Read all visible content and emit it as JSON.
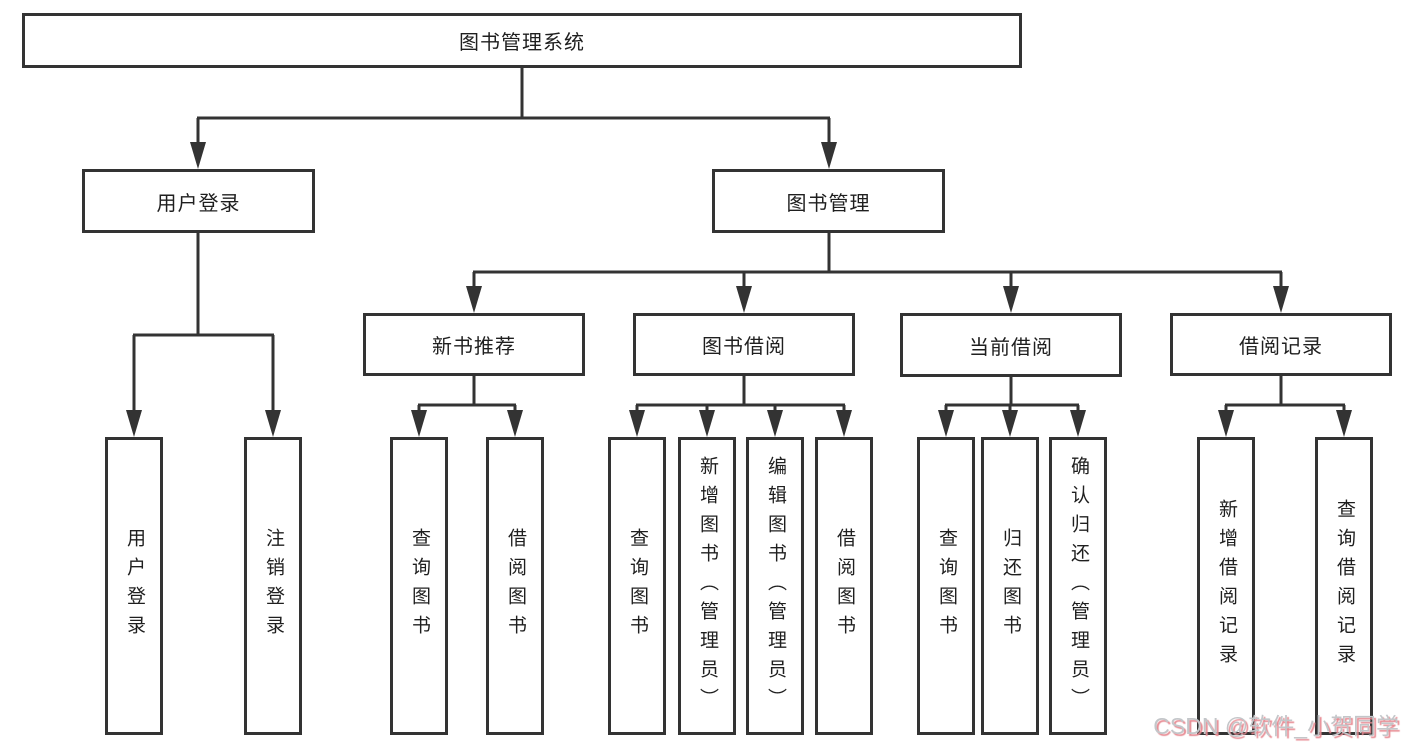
{
  "nodes": {
    "root": {
      "label": "图书管理系统"
    },
    "user_login": {
      "label": "用户登录"
    },
    "book_mgmt": {
      "label": "图书管理"
    },
    "new_book_rec": {
      "label": "新书推荐"
    },
    "book_borrow": {
      "label": "图书借阅"
    },
    "current_borrow": {
      "label": "当前借阅"
    },
    "borrow_record": {
      "label": "借阅记录"
    },
    "leaf_user_login": {
      "label": "用户登录"
    },
    "leaf_logout": {
      "label": "注销登录"
    },
    "leaf_nb_query": {
      "label": "查询图书"
    },
    "leaf_nb_borrow": {
      "label": "借阅图书"
    },
    "leaf_bb_query": {
      "label": "查询图书"
    },
    "leaf_bb_add": {
      "label": "新增图书（管理员）"
    },
    "leaf_bb_edit": {
      "label": "编辑图书（管理员）"
    },
    "leaf_bb_borrow": {
      "label": "借阅图书"
    },
    "leaf_cb_query": {
      "label": "查询图书"
    },
    "leaf_cb_return": {
      "label": "归还图书"
    },
    "leaf_cb_confirm": {
      "label": "确认归还（管理员）"
    },
    "leaf_br_add": {
      "label": "新增借阅记录"
    },
    "leaf_br_query": {
      "label": "查询借阅记录"
    }
  },
  "watermark": {
    "text": "CSDN @软件_小贺同学"
  },
  "colors": {
    "line": "#333333",
    "text": "#1f1f1f",
    "background": "#ffffff",
    "watermark_text": "#c3c6c9",
    "watermark_shadow": "#e78a92"
  }
}
